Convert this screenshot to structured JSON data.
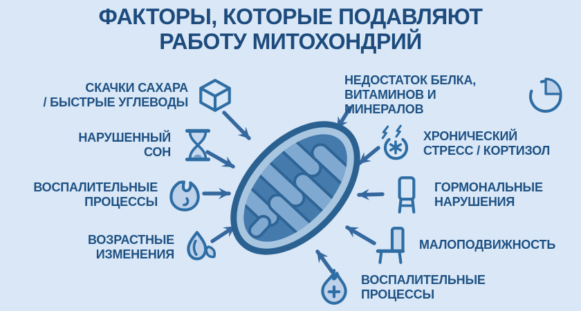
{
  "title": {
    "line1": "ФАКТОРЫ, КОТОРЫЕ ПОДАВЛЯЮТ",
    "line2": "РАБОТУ МИТОХОНДРИЙ"
  },
  "center_illustration": "mitochondria",
  "factors": [
    {
      "id": "sugar-spikes",
      "icon": "sugar-cube-icon",
      "lines": [
        "СКАЧКИ САХАРА",
        "/ БЫСТРЫЕ УГЛЕВОДЫ"
      ]
    },
    {
      "id": "sleep-disruption",
      "icon": "hourglass-icon",
      "lines": [
        "НАРУШЕННЫЙ",
        "СОН"
      ]
    },
    {
      "id": "inflammation-left",
      "icon": "flame-blob-icon",
      "lines": [
        "ВОСПАЛИТЕЛЬНЫЕ",
        "ПРОЦЕССЫ"
      ]
    },
    {
      "id": "aging",
      "icon": "leaves-icon",
      "lines": [
        "ВОЗРАСТНЫЕ",
        "ИЗМЕНЕНИЯ"
      ]
    },
    {
      "id": "protein-deficiency",
      "icon": "pie-chart-icon",
      "lines": [
        "НЕДОСТАТОК БЕЛКА,",
        "ВИТАМИНОВ И МИНЕРАЛОВ"
      ]
    },
    {
      "id": "chronic-stress",
      "icon": "stress-icon",
      "lines": [
        "ХРОНИЧЕСКИЙ",
        "СТРЕСС / КОРТИЗОЛ"
      ]
    },
    {
      "id": "hormonal-disorders",
      "icon": "chair-front-icon",
      "lines": [
        "ГОРМОНАЛЬНЫЕ",
        "НАРУШЕНИЯ"
      ]
    },
    {
      "id": "sedentary",
      "icon": "chair-side-icon",
      "lines": [
        "МАЛОПОДВИЖНОСТЬ"
      ]
    },
    {
      "id": "inflammation-bottom",
      "icon": "flame-plus-icon",
      "lines": [
        "ВОСПАЛИТЕЛЬНЫЕ",
        "ПРОЦЕССЫ"
      ]
    }
  ],
  "colors": {
    "background": "#d9e7f6",
    "title_text": "#1d4b7d",
    "label_text": "#1e5183",
    "icon_stroke": "#2e6da4",
    "icon_fill": "#bdd2ea",
    "arrow": "#35689e",
    "mito_outline": "#2b6191",
    "mito_ring": "#a9c6e1",
    "mito_body": "#447bac",
    "mito_cristae": "#7fa9d0"
  }
}
